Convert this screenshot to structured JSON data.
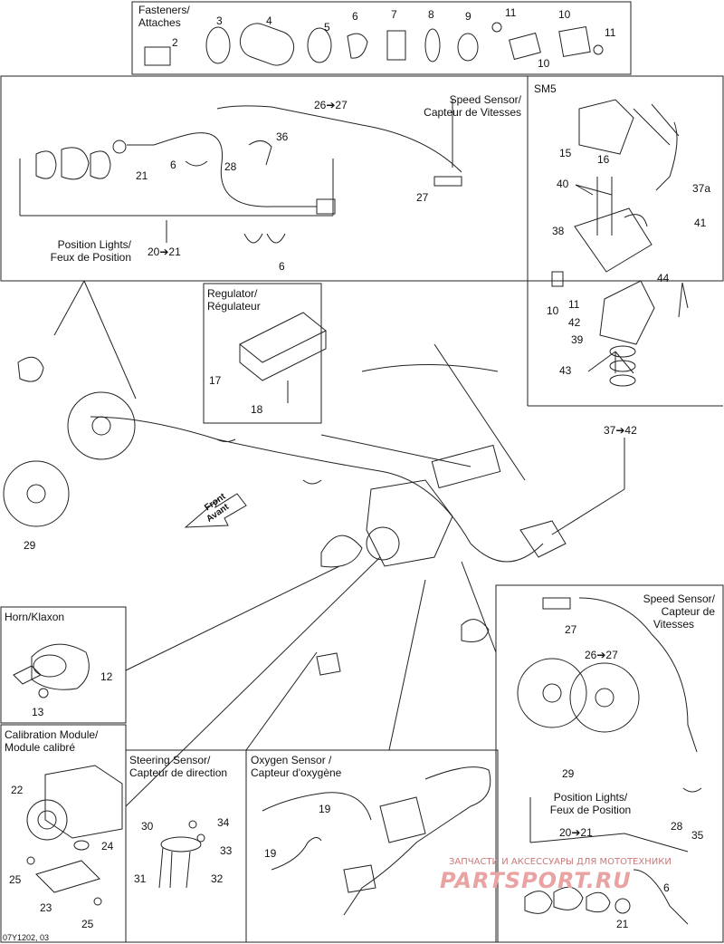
{
  "fasteners": {
    "title": "Fasteners/",
    "subtitle": "Attaches",
    "items": [
      "2",
      "3",
      "4",
      "5",
      "6",
      "7",
      "8",
      "9",
      "11",
      "10",
      "10",
      "11"
    ]
  },
  "position_lights_top": {
    "line1": "Position Lights/",
    "line2": "Feux de Position",
    "ref": "20➔21"
  },
  "speed_sensor_top": {
    "line1": "Speed Sensor/",
    "line2": "Capteur de Vitesses",
    "ref": "26➔27"
  },
  "top_callouts": [
    "21",
    "6",
    "36",
    "28",
    "27",
    "6"
  ],
  "sm5": {
    "title": "SM5",
    "callouts": [
      "15",
      "16",
      "40",
      "37a",
      "41",
      "38",
      "44",
      "10",
      "11",
      "42",
      "39",
      "43"
    ]
  },
  "regulator": {
    "line1": "Regulator/",
    "line2": "Régulateur",
    "callouts": [
      "17",
      "18"
    ]
  },
  "main": {
    "front_label": "Front",
    "front_label_fr": "Avant",
    "callouts": [
      "29"
    ],
    "ref": "37➔42"
  },
  "horn": {
    "title": "Horn/Klaxon",
    "callouts": [
      "12",
      "13"
    ]
  },
  "speed_sensor_right": {
    "line1": "Speed Sensor/",
    "line2": "Capteur de",
    "line3": "Vitesses",
    "ref": "26➔27",
    "callouts": [
      "27",
      "29"
    ]
  },
  "position_lights_right": {
    "line1": "Position Lights/",
    "line2": "Feux de Position",
    "ref": "20➔21",
    "callouts": [
      "28",
      "35",
      "6",
      "21"
    ]
  },
  "calibration": {
    "line1": "Calibration Module/",
    "line2": "Module calibré",
    "callouts": [
      "22",
      "24",
      "25",
      "23",
      "25"
    ]
  },
  "steering": {
    "line1": "Steering Sensor/",
    "line2": "Capteur de direction",
    "callouts": [
      "30",
      "34",
      "33",
      "31",
      "32"
    ]
  },
  "oxygen": {
    "line1": "Oxygen Sensor /",
    "line2": "Capteur d'oxygène",
    "callouts": [
      "19",
      "19"
    ]
  },
  "watermark": {
    "line1": "ЗАПЧАСТИ И АКСЕССУАРЫ ДЛЯ МОТОТЕХНИКИ",
    "logo": "PARTSPORT.RU"
  },
  "footer": {
    "code": "07Y1202, 03"
  },
  "colors": {
    "line": "#222222",
    "watermark": "#d94a4a"
  }
}
